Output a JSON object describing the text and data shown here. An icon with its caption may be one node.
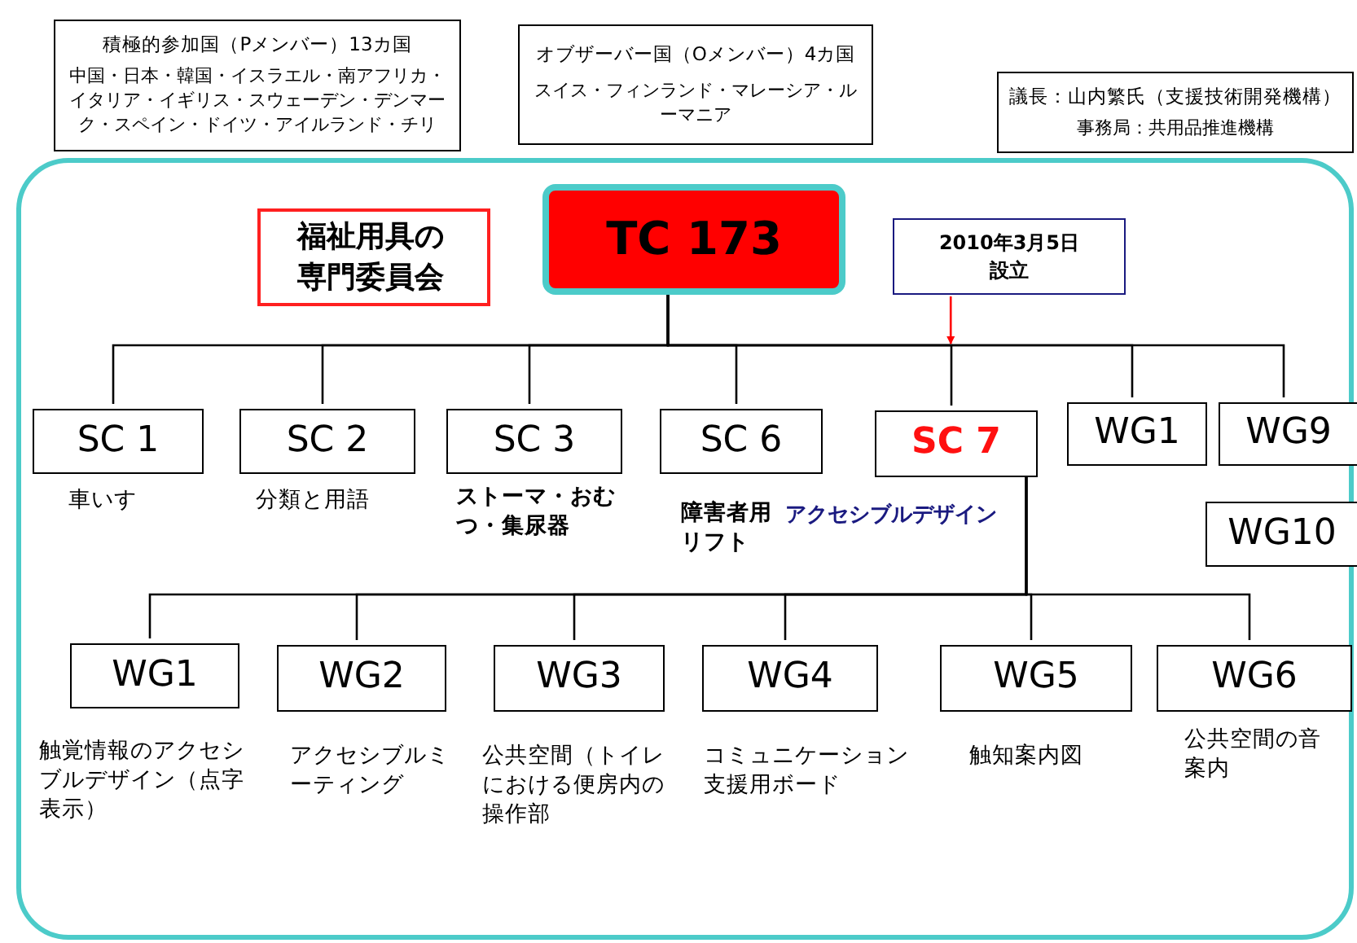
{
  "diagram": {
    "nodes": [
      {
        "text": [
          "積極的参加国（Pメンバー）13カ国",
          "中国・日本・韓国・イスラエル・南アフリカ・イタリア・イギリス・スウェーデン・デンマーク・スペイン・ドイツ・アイルランド・チリ"
        ]
      },
      {
        "text": [
          "オブザーバー国（Oメンバー）4カ国",
          "スイス・フィンランド・マレーシア・ルーマニア"
        ]
      },
      {
        "text": [
          "議長：山内繁氏（支援技術開発機構）",
          "事務局：共用品推進機構"
        ]
      },
      {
        "text": [],
        "shape": "box"
      },
      {
        "text": [
          "福祉用具の専門委員会"
        ],
        "in": 3
      },
      {
        "text": [
          "TC 173"
        ],
        "in": 3
      },
      {
        "text": [
          "2010年3月5日設立"
        ],
        "in": 3
      },
      {
        "text": [
          "SC 1"
        ],
        "in": 3,
        "beside": [
          "車いす"
        ]
      },
      {
        "text": [
          "SC 2"
        ],
        "in": 3,
        "beside": [
          "分類と用語"
        ]
      },
      {
        "text": [
          "SC 3"
        ],
        "in": 3,
        "beside": [
          "ストーマ・おむつ・集尿器"
        ]
      },
      {
        "text": [
          "SC 6"
        ],
        "in": 3,
        "beside": [
          "障害者用リフト"
        ]
      },
      {
        "text": [
          "SC 7"
        ],
        "in": 3,
        "beside": [
          "アクセシブルデザイン"
        ]
      },
      {
        "text": [
          "WG1"
        ],
        "in": 3
      },
      {
        "text": [
          "WG9"
        ],
        "in": 3
      },
      {
        "text": [
          "WG10"
        ],
        "in": 3
      },
      {
        "text": [
          "WG1"
        ],
        "in": 3,
        "beside": [
          "触覚情報のアクセシブルデザイン（点字表示）"
        ]
      },
      {
        "text": [
          "WG2"
        ],
        "in": 3,
        "beside": [
          "アクセシブルミーティング"
        ]
      },
      {
        "text": [
          "WG3"
        ],
        "in": 3,
        "beside": [
          "公共空間（トイレにおける便房内の操作部"
        ]
      },
      {
        "text": [
          "WG4"
        ],
        "in": 3,
        "beside": [
          "コミュニケーション支援用ボード"
        ]
      },
      {
        "text": [
          "WG5"
        ],
        "in": 3,
        "beside": [
          "触知案内図"
        ]
      },
      {
        "text": [
          "WG6"
        ],
        "in": 3,
        "beside": [
          "公共空間の音案内"
        ]
      }
    ],
    "edges": [
      {
        "from": 5,
        "to": 7,
        "arrow": "none"
      },
      {
        "from": 5,
        "to": 8,
        "arrow": "none"
      },
      {
        "from": 5,
        "to": 9,
        "arrow": "none"
      },
      {
        "from": 5,
        "to": 10,
        "arrow": "none"
      },
      {
        "from": 5,
        "to": 11,
        "arrow": "none"
      },
      {
        "from": 5,
        "to": 12,
        "arrow": "none"
      },
      {
        "from": 5,
        "to": 13,
        "arrow": "none"
      },
      {
        "from": 6,
        "to": null,
        "arrow": "to",
        "color": "#ff0000"
      },
      {
        "from": 11,
        "to": 15,
        "arrow": "none"
      },
      {
        "from": 11,
        "to": 16,
        "arrow": "none"
      },
      {
        "from": 11,
        "to": 17,
        "arrow": "none"
      },
      {
        "from": 11,
        "to": 18,
        "arrow": "none"
      },
      {
        "from": 11,
        "to": 19,
        "arrow": "none"
      },
      {
        "from": 11,
        "to": 20,
        "arrow": "none"
      }
    ]
  }
}
